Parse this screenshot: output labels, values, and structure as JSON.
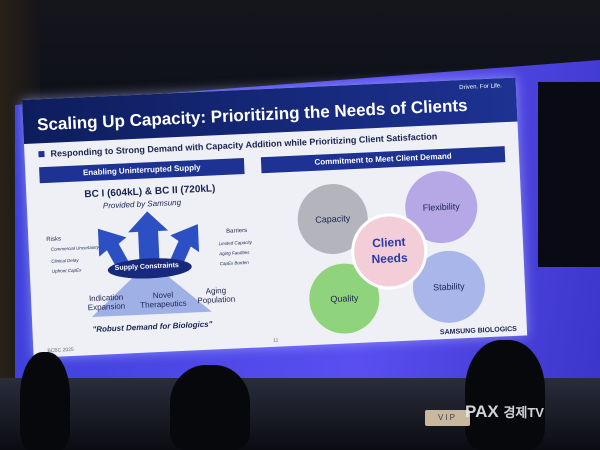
{
  "slide": {
    "title": "Scaling Up Capacity: Prioritizing the Needs of Clients",
    "tagline": "Driven. For Life.",
    "subtitle": "Responding to Strong Demand with Capacity Addition while Prioritizing Client Satisfaction",
    "left": {
      "header": "Enabling Uninterrupted Supply",
      "headline": "BC I (604kL) & BC II (720kL)",
      "provided": "Provided by Samsung",
      "ring": "Supply Constraints",
      "risks_label": "Risks",
      "risks": [
        "Commercial Uncertainty",
        "Clinical Delay",
        "Upfront CapEx"
      ],
      "barriers_label": "Barriers",
      "barriers": [
        "Limited Capacity",
        "Aging Facilities",
        "CapEx Burden"
      ],
      "drivers": [
        "Indication Expansion",
        "Novel Therapeutics",
        "Aging Population"
      ],
      "quote": "\"Robust Demand for Biologics\""
    },
    "right": {
      "header": "Commitment to Meet Client Demand",
      "center": "Client Needs",
      "items": [
        "Capacity",
        "Flexibility",
        "Quality",
        "Stability"
      ]
    },
    "footer_left": "BCBC 2025",
    "page": "11",
    "footer_brand": "SAMSUNG BIOLOGICS"
  },
  "watermark": {
    "brand": "PAX",
    "suffix": "경제TV"
  },
  "vip_card": "VIP"
}
